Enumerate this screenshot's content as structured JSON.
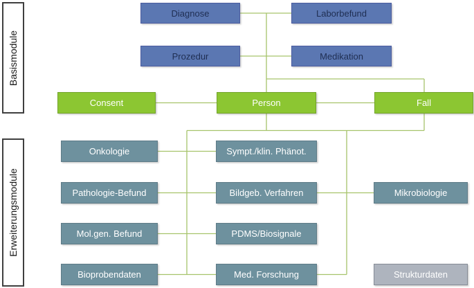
{
  "sidebar": {
    "basis_label": "Basismodule",
    "extension_label": "Erweiterungsmodule"
  },
  "nodes": {
    "diagnose": {
      "label": "Diagnose",
      "group": "basis"
    },
    "laborbefund": {
      "label": "Laborbefund",
      "group": "basis"
    },
    "prozedur": {
      "label": "Prozedur",
      "group": "basis"
    },
    "medikation": {
      "label": "Medikation",
      "group": "basis"
    },
    "consent": {
      "label": "Consent",
      "group": "basis-core"
    },
    "person": {
      "label": "Person",
      "group": "basis-core"
    },
    "fall": {
      "label": "Fall",
      "group": "basis-core"
    },
    "onkologie": {
      "label": "Onkologie",
      "group": "extension"
    },
    "sympt_klin_phaenot": {
      "label": "Sympt./klin. Phänot.",
      "group": "extension"
    },
    "pathologie_befund": {
      "label": "Pathologie-Befund",
      "group": "extension"
    },
    "bildgeb_verfahren": {
      "label": "Bildgeb. Verfahren",
      "group": "extension"
    },
    "mikrobiologie": {
      "label": "Mikrobiologie",
      "group": "extension"
    },
    "mol_gen_befund": {
      "label": "Mol.gen. Befund",
      "group": "extension"
    },
    "pdms_biosignale": {
      "label": "PDMS/Biosignale",
      "group": "extension"
    },
    "bioprobendaten": {
      "label": "Bioprobendaten",
      "group": "extension"
    },
    "med_forschung": {
      "label": "Med. Forschung",
      "group": "extension"
    },
    "strukturdaten": {
      "label": "Strukturdaten",
      "group": "other"
    }
  },
  "colors": {
    "background": "#ffffff",
    "blue_fill": "#5b77b2",
    "blue_border": "#4c5ca0",
    "blue_text": "#1f2e52",
    "green_fill": "#8cc632",
    "green_border": "#74a42c",
    "green_text": "#ffffff",
    "ext_fill": "#6e919e",
    "ext_border": "#5e7b87",
    "ext_text": "#ffffff",
    "gray_fill": "#aeb4be",
    "gray_border": "#858b95",
    "gray_text": "#ffffff",
    "connector": "#a6c36b",
    "sidebar_border": "#3f3f3f",
    "sidebar_text": "#1a1a1a"
  }
}
